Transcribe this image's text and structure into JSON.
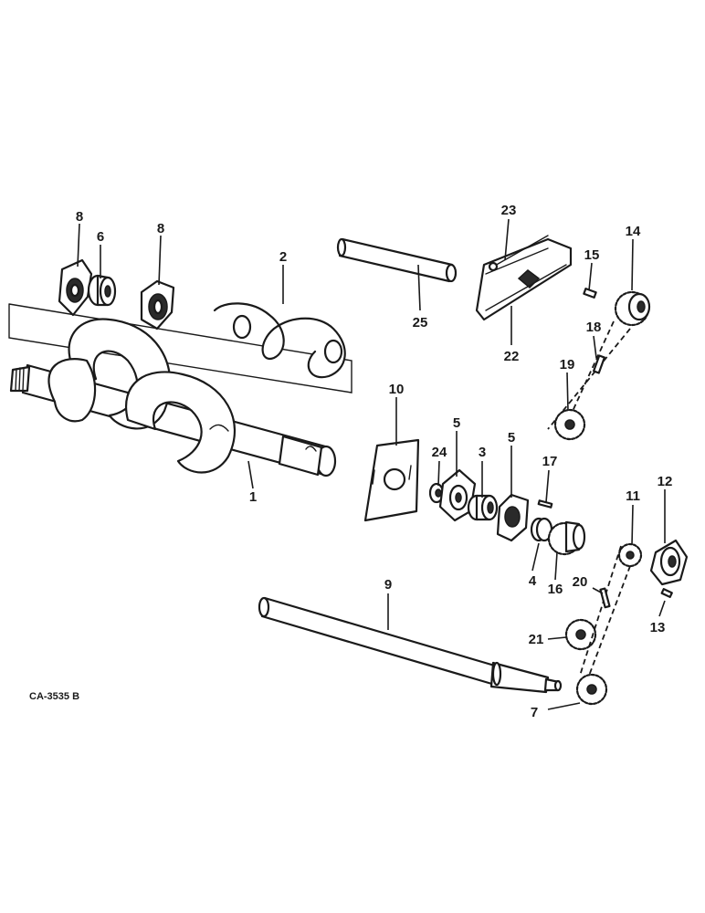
{
  "figure_code": "CA-3535 B",
  "callouts": {
    "c1": "1",
    "c2": "2",
    "c3": "3",
    "c4": "4",
    "c5a": "5",
    "c5b": "5",
    "c6": "6",
    "c7": "7",
    "c8a": "8",
    "c8b": "8",
    "c9": "9",
    "c10": "10",
    "c11": "11",
    "c12": "12",
    "c13": "13",
    "c14": "14",
    "c15": "15",
    "c16": "16",
    "c17": "17",
    "c18": "18",
    "c19": "19",
    "c20": "20",
    "c21": "21",
    "c22": "22",
    "c23": "23",
    "c24": "24",
    "c25": "25"
  }
}
